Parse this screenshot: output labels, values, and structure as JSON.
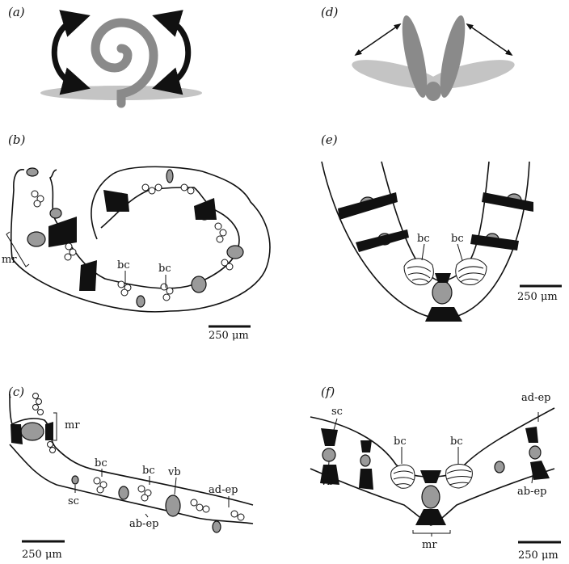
{
  "panels": {
    "a": {
      "letter": "(a)"
    },
    "b": {
      "letter": "(b)",
      "labels": {
        "mr": "mr",
        "bc1": "bc",
        "bc2": "bc"
      },
      "scale": "250 μm"
    },
    "c": {
      "letter": "(c)",
      "labels": {
        "mr": "mr",
        "bc1": "bc",
        "bc2": "bc",
        "vb": "vb",
        "sc": "sc",
        "ab_ep": "ab-ep",
        "ad_ep": "ad-ep"
      },
      "scale": "250 μm"
    },
    "d": {
      "letter": "(d)"
    },
    "e": {
      "letter": "(e)",
      "labels": {
        "bc1": "bc",
        "bc2": "bc"
      },
      "scale": "250 μm"
    },
    "f": {
      "letter": "(f)",
      "labels": {
        "sc": "sc",
        "vb": "vb",
        "bc1": "bc",
        "bc2": "bc",
        "mr": "mr",
        "ad_ep": "ad-ep",
        "ab_ep": "ab-ep"
      },
      "scale": "250 μm"
    }
  },
  "colors": {
    "gray_dark": "#8a8a8a",
    "gray_light": "#c4c4c4",
    "black": "#111111"
  }
}
